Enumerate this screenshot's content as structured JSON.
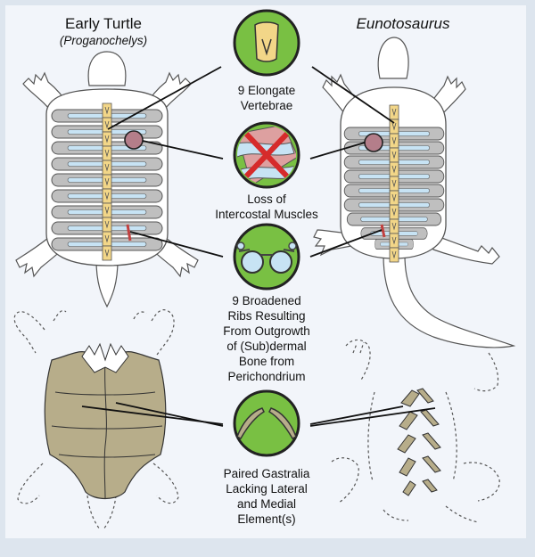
{
  "left_title": "Early Turtle",
  "left_subtitle": "(Proganochelys)",
  "right_title": "Eunotosaurus",
  "features": [
    {
      "lines": [
        "9 Elongate",
        "Vertebrae"
      ],
      "icon": "vertebra-icon"
    },
    {
      "lines": [
        "Loss of",
        "Intercostal Muscles"
      ],
      "icon": "crossed-muscle-icon"
    },
    {
      "lines": [
        "9 Broadened",
        "Ribs Resulting",
        "From Outgrowth",
        "of (Sub)dermal",
        "Bone from",
        "Perichondrium"
      ],
      "icon": "rib-cross-section-icon"
    },
    {
      "lines": [
        "Paired Gastralia",
        "Lacking Lateral",
        "and Medial",
        "Element(s)"
      ],
      "icon": "gastralia-icon"
    }
  ],
  "colors": {
    "background": "#dde5ee",
    "panel": "#f2f5fa",
    "badge_fill": "#79c043",
    "vertebra": "#f2d688",
    "rib": "#bfbfbf",
    "rib_inner": "#c7e3f4",
    "plastron": "#b7ad8a",
    "marker": "#c2403f",
    "spot": "#b47e8a"
  }
}
